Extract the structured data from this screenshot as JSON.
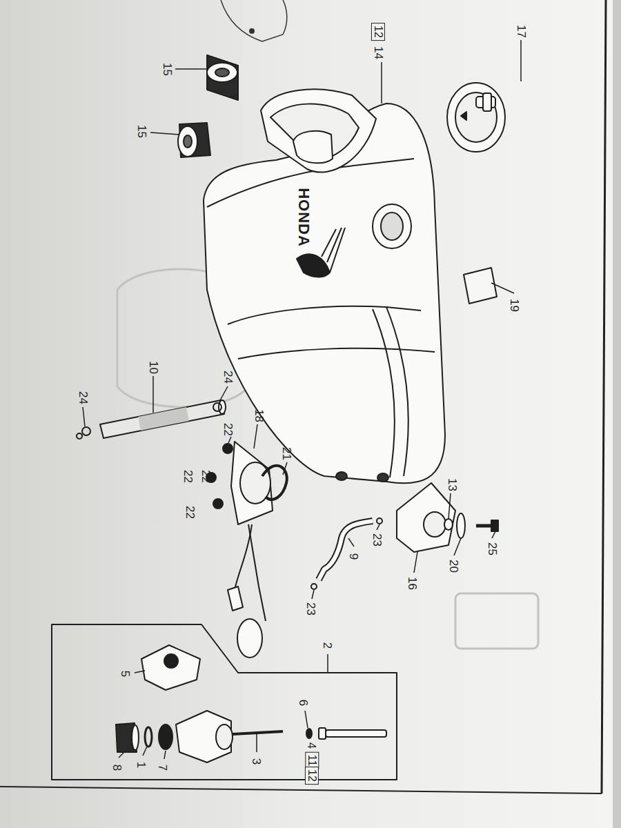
{
  "diagram": {
    "nodes": [
      {
        "text": [
          "12"
        ]
      },
      {
        "text": [
          "11"
        ]
      },
      {
        "text": [
          "12"
        ]
      }
    ],
    "labels": [
      "15",
      "15",
      "14",
      "17",
      "HONDA",
      "19",
      "10",
      "24",
      "24",
      "18",
      "21",
      "22",
      "22",
      "22",
      "22",
      "13",
      "16",
      "20",
      "25",
      "9",
      "23",
      "23",
      "2",
      "5",
      "6",
      "4",
      "3",
      "7",
      "1",
      "8"
    ]
  }
}
